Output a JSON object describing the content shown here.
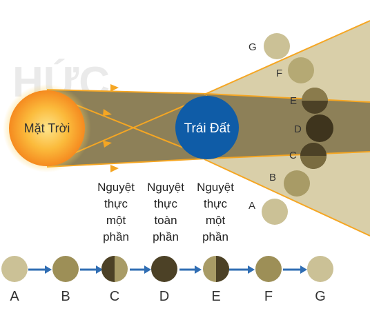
{
  "sun_label": "Mặt Trời",
  "earth_label": "Trái Đất",
  "moon_positions": [
    "A",
    "B",
    "C",
    "D",
    "E",
    "F",
    "G"
  ],
  "phase_labels": [
    [
      "Nguyệt",
      "thực",
      "một",
      "phần"
    ],
    [
      "Nguyệt",
      "thực",
      "toàn",
      "phần"
    ],
    [
      "Nguyệt",
      "thực",
      "một",
      "phần"
    ]
  ],
  "watermark": "HỨC ỐNG",
  "colors": {
    "sun_outer": "#f7941d",
    "sun_inner": "#fcd15b",
    "earth": "#0f5ca7",
    "ray": "#f5a623",
    "umbra": "#8d8058",
    "penumbra": "#d9cfa9",
    "moon_light": "#cbc196",
    "moon_mid": "#9d8f57",
    "moon_dark": "#4c4126",
    "arrow": "#2f6db3"
  }
}
